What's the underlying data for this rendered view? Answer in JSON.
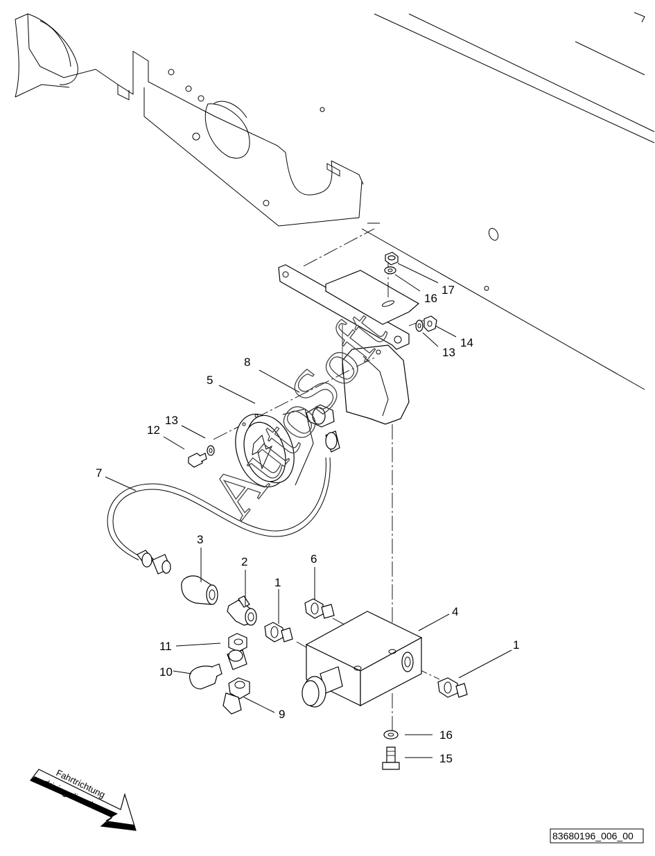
{
  "callouts": [
    {
      "n": "17"
    },
    {
      "n": "16"
    },
    {
      "n": "14"
    },
    {
      "n": "13"
    },
    {
      "n": "8"
    },
    {
      "n": "5"
    },
    {
      "n": "13"
    },
    {
      "n": "12"
    },
    {
      "n": "7"
    },
    {
      "n": "3"
    },
    {
      "n": "2"
    },
    {
      "n": "6"
    },
    {
      "n": "1"
    },
    {
      "n": "4"
    },
    {
      "n": "1"
    },
    {
      "n": "11"
    },
    {
      "n": "10"
    },
    {
      "n": "9"
    },
    {
      "n": "16"
    },
    {
      "n": "15"
    }
  ],
  "watermark": "AutoSoft",
  "direction": {
    "line1": "Fahrtrichtung",
    "line2": "driving direction"
  },
  "drawing_ref": "83680196_006_00"
}
